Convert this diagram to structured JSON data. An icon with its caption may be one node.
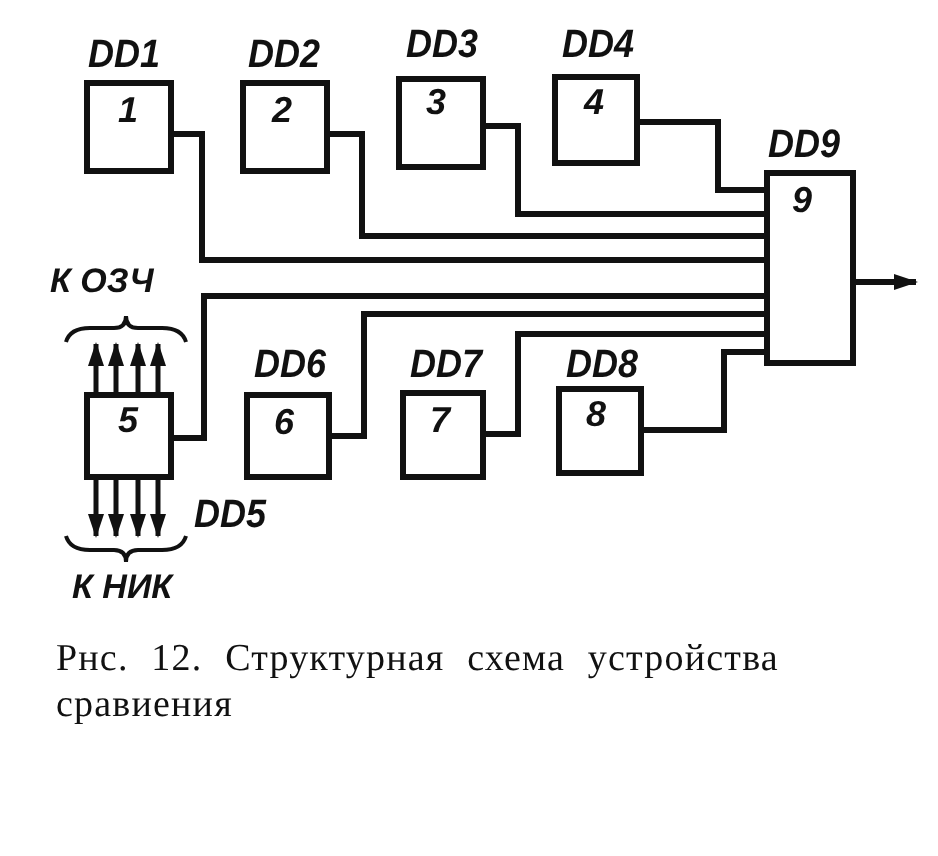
{
  "diagram": {
    "caption": "Рнс. 12. Структурная схема устройства сравиения",
    "nodes": [
      {
        "text": [
          "DD1",
          "1"
        ]
      },
      {
        "text": [
          "DD2",
          "2"
        ]
      },
      {
        "text": [
          "DD3",
          "3"
        ]
      },
      {
        "text": [
          "DD4",
          "4"
        ]
      },
      {
        "text": [
          "DD5",
          "5"
        ]
      },
      {
        "text": [
          "DD6",
          "6"
        ]
      },
      {
        "text": [
          "DD7",
          "7"
        ]
      },
      {
        "text": [
          "DD8",
          "8"
        ]
      },
      {
        "text": [
          "DD9",
          "9"
        ]
      },
      {
        "text": [
          "К ОЗЧ"
        ]
      },
      {
        "text": [
          "К НИК"
        ]
      }
    ],
    "edges": [
      {
        "from": 0,
        "to": 8,
        "arrow": "none"
      },
      {
        "from": 1,
        "to": 8,
        "arrow": "none"
      },
      {
        "from": 2,
        "to": 8,
        "arrow": "none"
      },
      {
        "from": 3,
        "to": 8,
        "arrow": "none"
      },
      {
        "from": 4,
        "to": 8,
        "arrow": "none"
      },
      {
        "from": 5,
        "to": 8,
        "arrow": "none"
      },
      {
        "from": 6,
        "to": 8,
        "arrow": "none"
      },
      {
        "from": 7,
        "to": 8,
        "arrow": "none"
      },
      {
        "from": 8,
        "to": null,
        "arrow": "to"
      },
      {
        "from": 4,
        "to": 9,
        "arrow": "to"
      },
      {
        "from": 4,
        "to": 9,
        "arrow": "to"
      },
      {
        "from": 4,
        "to": 9,
        "arrow": "to"
      },
      {
        "from": 4,
        "to": 9,
        "arrow": "to"
      },
      {
        "from": 4,
        "to": 10,
        "arrow": "to"
      },
      {
        "from": 4,
        "to": 10,
        "arrow": "to"
      },
      {
        "from": 4,
        "to": 10,
        "arrow": "to"
      },
      {
        "from": 4,
        "to": 10,
        "arrow": "to"
      }
    ]
  }
}
